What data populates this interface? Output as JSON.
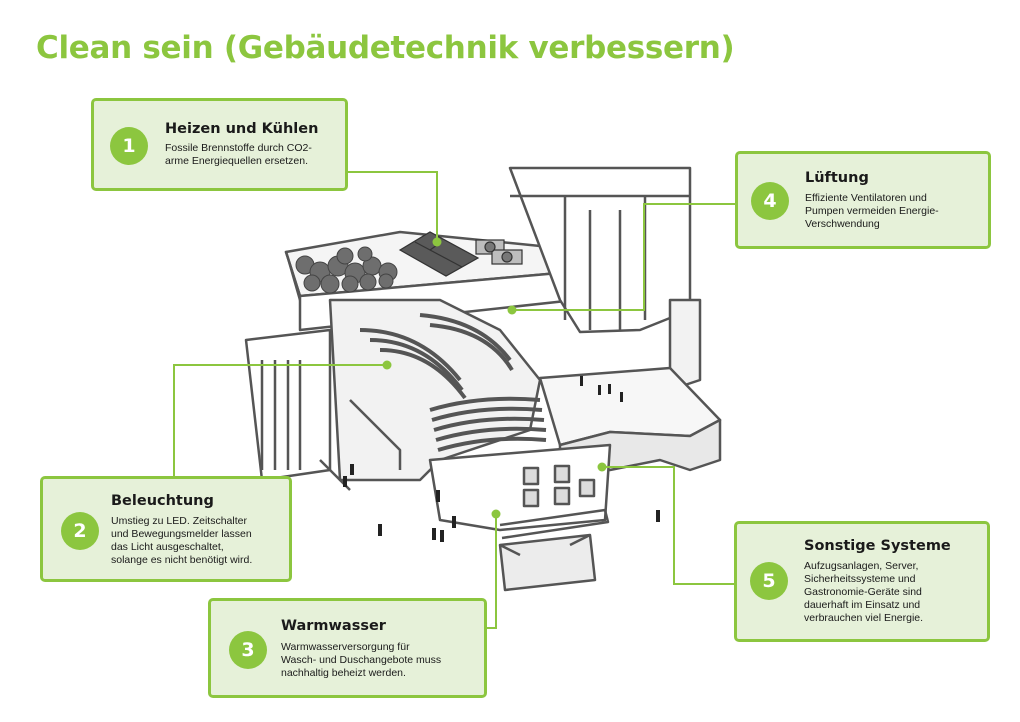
{
  "title": "Clean sein (Gebäudetechnik verbessern)",
  "colors": {
    "accent": "#8cc63f",
    "callout_bg": "#e6f1d9",
    "text": "#1a1a1a",
    "building_line": "#555555"
  },
  "callouts": [
    {
      "number": "1",
      "heading": "Heizen und Kühlen",
      "text": "Fossile Brennstoffe durch CO2-\narme Energiequellen ersetzen."
    },
    {
      "number": "2",
      "heading": "Beleuchtung",
      "text": "Umstieg zu LED. Zeitschalter\nund Bewegungsmelder lassen\ndas Licht ausgeschaltet,\nsolange es nicht benötigt wird."
    },
    {
      "number": "3",
      "heading": "Warmwasser",
      "text": "Warmwasserversorgung für\nWasch- und Duschangebote muss\nnachhaltig beheizt werden."
    },
    {
      "number": "4",
      "heading": "Lüftung",
      "text": "Effiziente Ventilatoren und\nPumpen vermeiden Energie-\nVerschwendung"
    },
    {
      "number": "5",
      "heading": "Sonstige Systeme",
      "text": "Aufzugsanlagen, Server,\nSicherheitssysteme und\nGastronomie-Geräte sind\ndauerhaft im Einsatz und\nverbrauchen viel Energie."
    }
  ]
}
